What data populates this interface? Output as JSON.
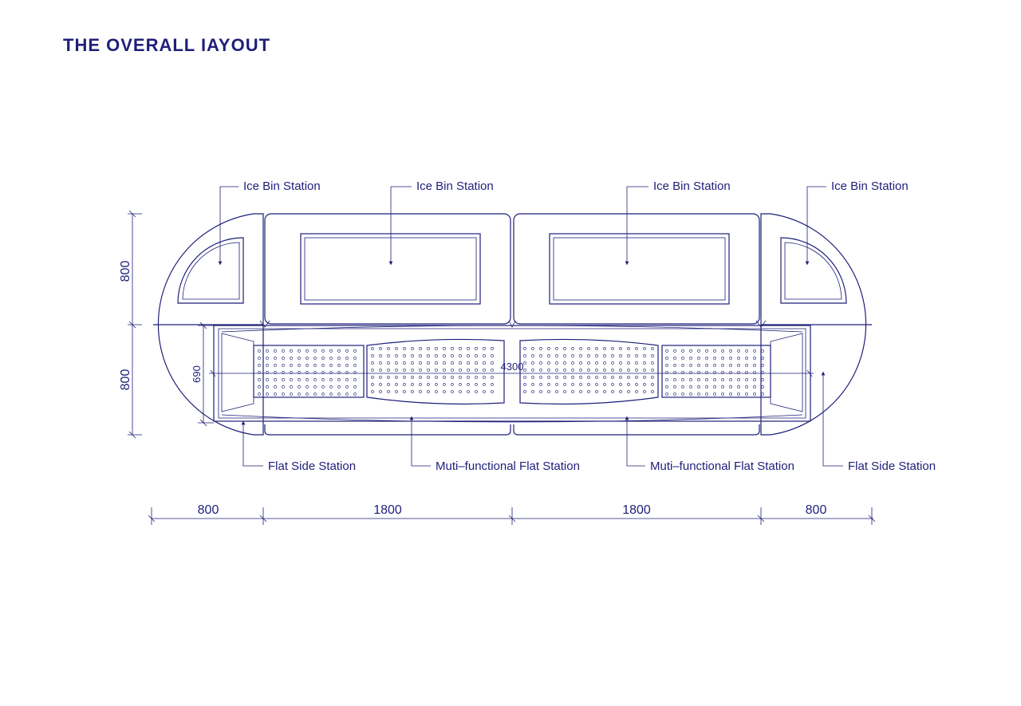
{
  "title": "THE  OVERALL IAYOUT",
  "colors": {
    "ink": "#1f1f7a",
    "background": "#ffffff"
  },
  "labels": {
    "ice_bin": [
      "Ice Bin Station",
      "Ice Bin Station",
      "Ice Bin Station",
      "Ice Bin Station"
    ],
    "flat_side_left": "Flat Side Station",
    "multi_left": "Muti–functional Flat Station",
    "multi_right": "Muti–functional Flat Station",
    "flat_side_right": "Flat Side Station"
  },
  "dimensions": {
    "left_upper": "800",
    "left_lower": "800",
    "inner_height": "690",
    "inner_length": "4300",
    "bottom": [
      "800",
      "1800",
      "1800",
      "800"
    ]
  }
}
